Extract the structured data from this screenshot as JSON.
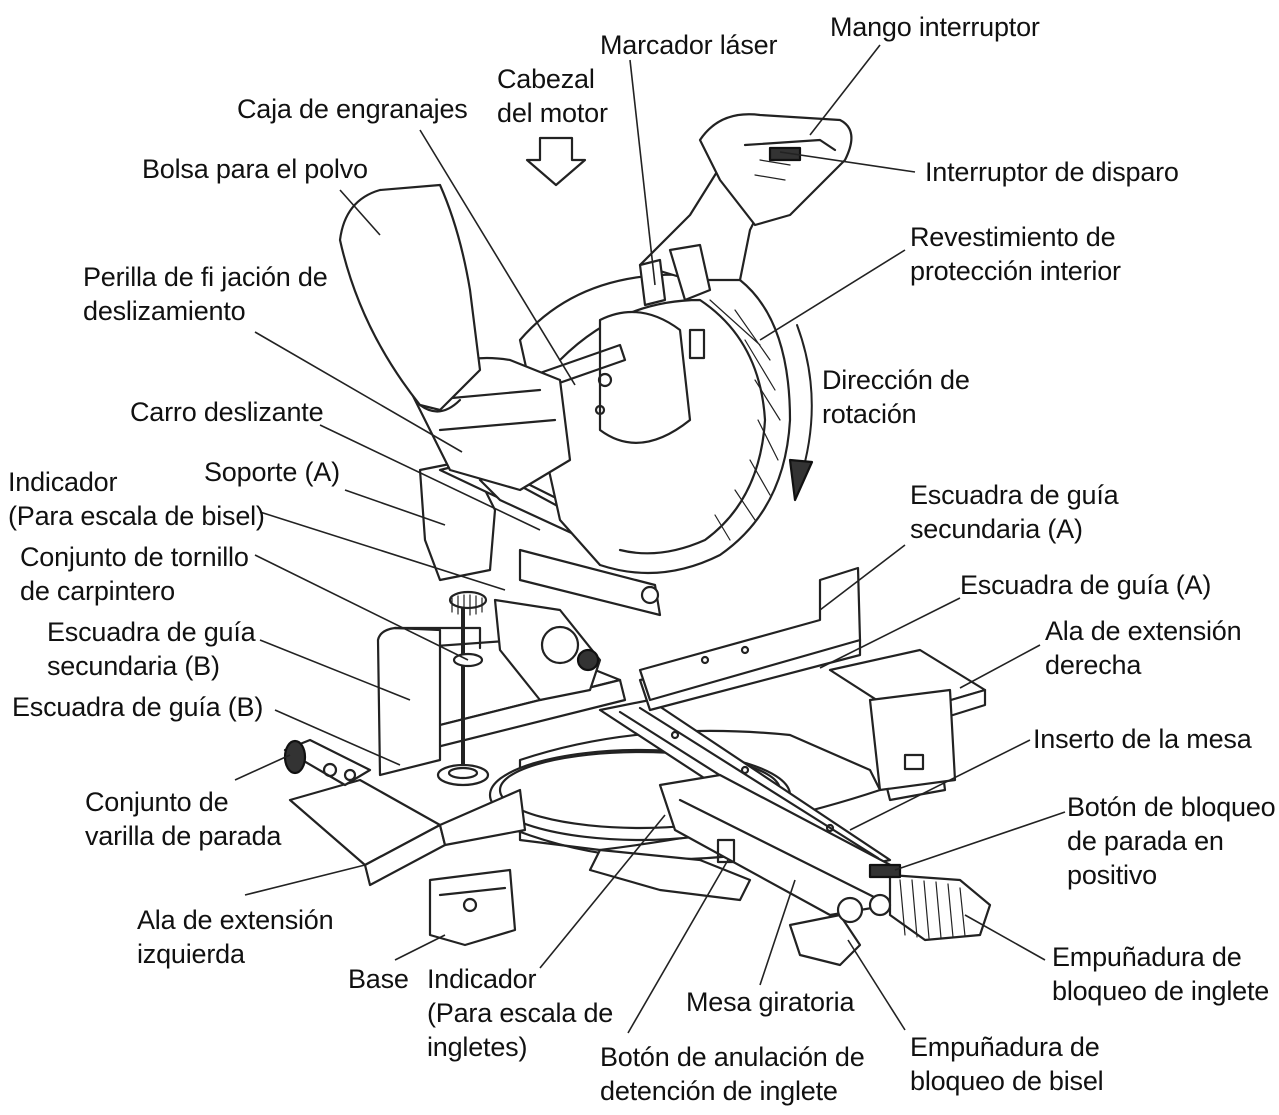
{
  "colors": {
    "ink": "#111111",
    "background": "#ffffff"
  },
  "labels": {
    "marcador_laser": "Marcador láser",
    "mango_interruptor": "Mango interruptor",
    "cabezal_motor": "Cabezal\ndel motor",
    "caja_engranajes": "Caja de engranajes",
    "bolsa_polvo": "Bolsa para el polvo",
    "interruptor_disparo": "Interruptor de disparo",
    "revestimiento": "Revestimiento de\nprotección interior",
    "perilla": "Perilla de fi jación de\ndeslizamiento",
    "direccion_rotacion": "Dirección de\nrotación",
    "carro_deslizante": "Carro deslizante",
    "indicador_bisel": "Indicador\n(Para escala de bisel)",
    "soporte_a": "Soporte (A)",
    "escuadra_sec_a": "Escuadra de guía\nsecundaria (A)",
    "conjunto_tornillo": "Conjunto de tornillo\nde carpintero",
    "escuadra_guia_a": "Escuadra de guía (A)",
    "escuadra_sec_b": "Escuadra de guía\nsecundaria (B)",
    "ala_derecha": "Ala de extensión\nderecha",
    "escuadra_guia_b": "Escuadra de guía (B)",
    "inserto_mesa": "Inserto de la mesa",
    "conjunto_varilla": "Conjunto de\nvarilla de parada",
    "boton_bloqueo_parada": "Botón de bloqueo\nde parada en\npositivo",
    "ala_izquierda": "Ala de extensión\nizquierda",
    "empunadura_inglete": "Empuñadura de\nbloqueo de inglete",
    "base": "Base",
    "indicador_ingletes": "Indicador\n(Para escala de\ningletes)",
    "mesa_giratoria": "Mesa giratoria",
    "boton_anulacion": "Botón de anulación de\ndetención de inglete",
    "empunadura_bisel": "Empuñadura de\nbloqueo de bisel"
  }
}
